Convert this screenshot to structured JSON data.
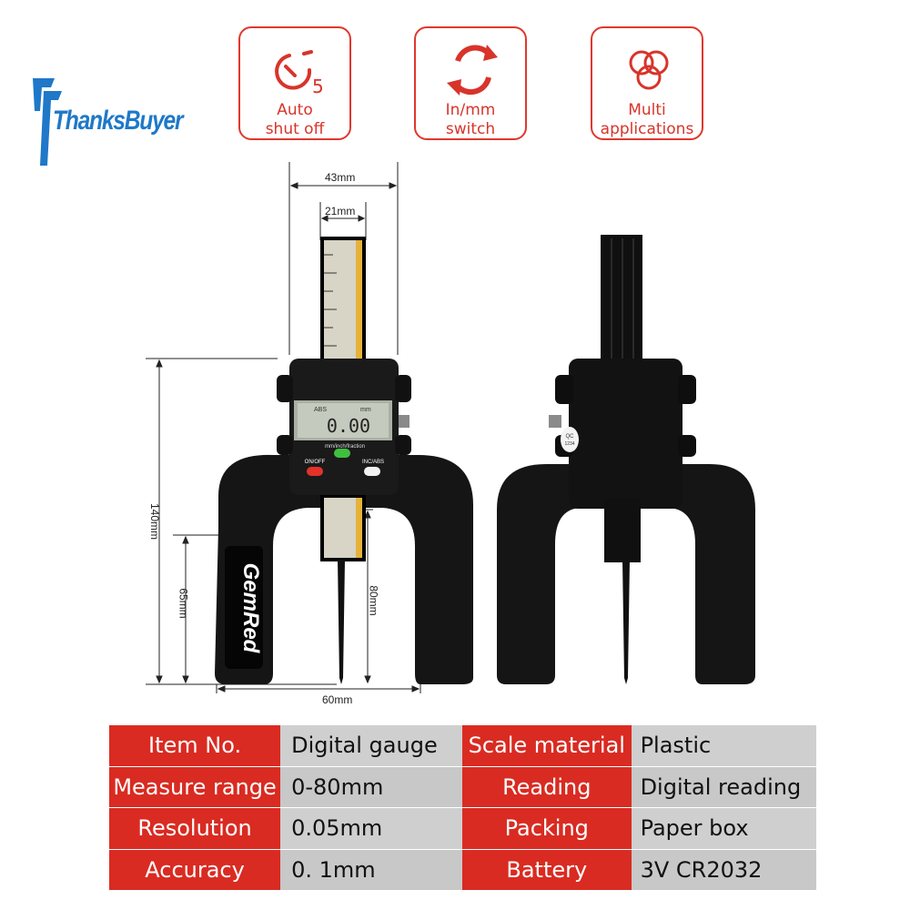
{
  "brand": {
    "logo_text": "ThanksBuyer",
    "logo_color": "#1f78c8"
  },
  "features": [
    {
      "icon": "timer-icon",
      "icon_text": "5",
      "line1": "Auto",
      "line2": "shut off"
    },
    {
      "icon": "switch-arrows-icon",
      "line1": "In/mm",
      "line2": "switch"
    },
    {
      "icon": "circles-icon",
      "line1": "Multi",
      "line2": "applications"
    }
  ],
  "accent_color": "#d92b22",
  "dimensions": {
    "top_width": "43mm",
    "rod_width": "21mm",
    "total_height": "140mm",
    "base_height": "65mm",
    "probe_depth": "80mm",
    "base_width": "60mm"
  },
  "device": {
    "brand": "GemRed",
    "lcd_label_left": "ABS",
    "lcd_label_right": "mm",
    "lcd_value": "0.00",
    "mode_label": "mm/inch/fraction",
    "btn_on_off": "ON/OFF",
    "btn_inc_abs": "INC/ABS",
    "qc_label": "QC",
    "qc_code": "1234"
  },
  "specs": [
    {
      "k1": "Item No.",
      "v1": "Digital gauge",
      "k2": "Scale material",
      "v2": "Plastic"
    },
    {
      "k1": "Measure range",
      "v1": "0-80mm",
      "k2": "Reading",
      "v2": "Digital reading"
    },
    {
      "k1": "Resolution",
      "v1": "0.05mm",
      "k2": "Packing",
      "v2": "Paper box"
    },
    {
      "k1": "Accuracy",
      "v1": "0. 1mm",
      "k2": "Battery",
      "v2": "3V CR2032"
    }
  ]
}
